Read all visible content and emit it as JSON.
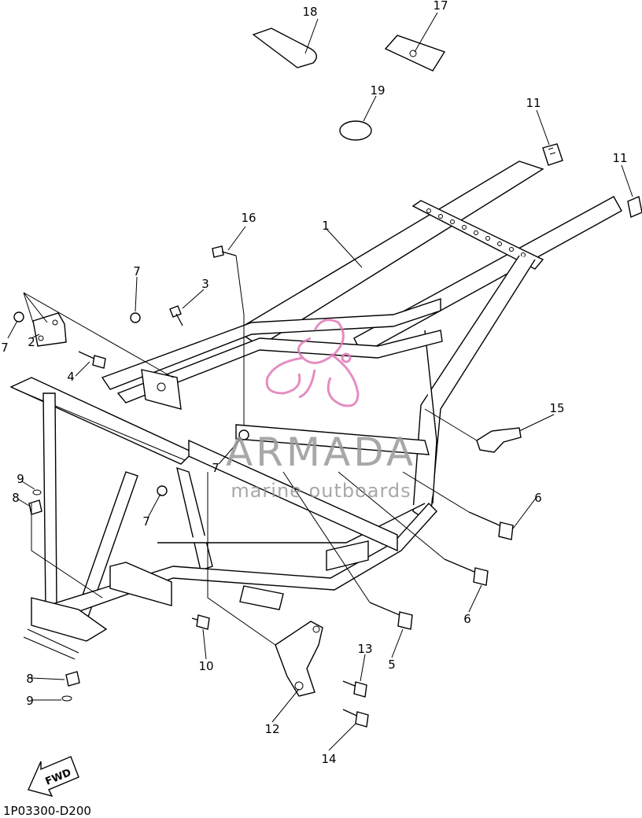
{
  "diagram_code": "1P03300-D200",
  "fwd_label": "FWD",
  "watermark": {
    "brand": "ARMADA",
    "tagline": "marine outboards",
    "accent_color": "#e07ab8",
    "text_color": "#9a9a9a"
  },
  "callouts": [
    "18",
    "17",
    "19",
    "11",
    "11",
    "16",
    "1",
    "7",
    "3",
    "7",
    "2",
    "4",
    "15",
    "9",
    "8",
    "7",
    "7",
    "6",
    "6",
    "10",
    "5",
    "13",
    "8",
    "9",
    "12",
    "14"
  ]
}
